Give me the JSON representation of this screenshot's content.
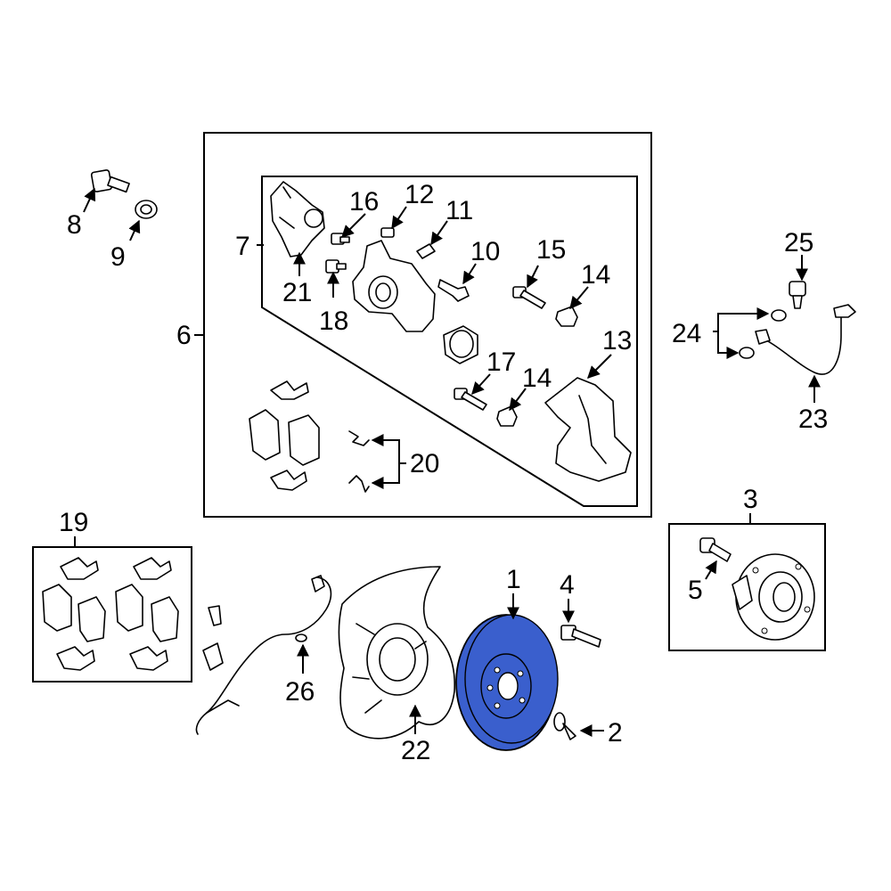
{
  "diagram": {
    "highlight_color": "#3a5fcd",
    "outline_color": "#000000",
    "callouts": {
      "c1": "1",
      "c2": "2",
      "c3": "3",
      "c4": "4",
      "c5": "5",
      "c6": "6",
      "c7": "7",
      "c8": "8",
      "c9": "9",
      "c10": "10",
      "c11": "11",
      "c12": "12",
      "c13": "13",
      "c14a": "14",
      "c14b": "14",
      "c15": "15",
      "c16": "16",
      "c17": "17",
      "c18": "18",
      "c19": "19",
      "c20": "20",
      "c21": "21",
      "c22": "22",
      "c23": "23",
      "c24": "24",
      "c25": "25",
      "c26": "26"
    }
  }
}
